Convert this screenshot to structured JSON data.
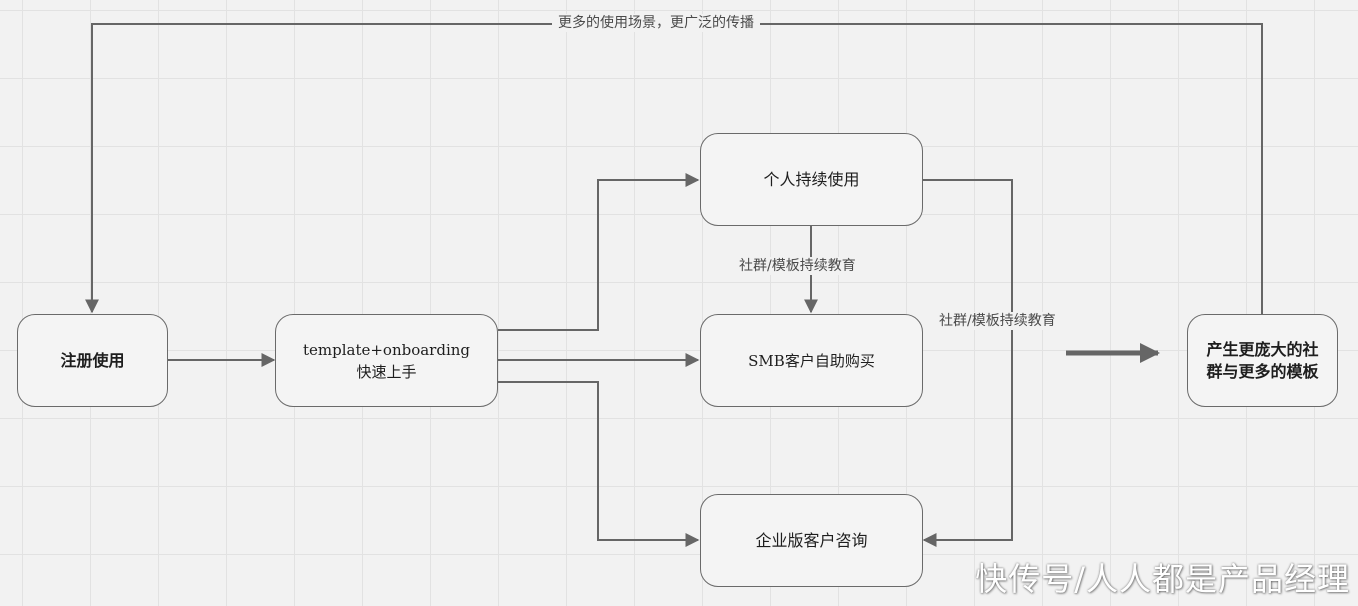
{
  "diagram": {
    "nodes": {
      "register": "注册使用",
      "template": "template+onboarding\n快速上手",
      "personal": "个人持续使用",
      "smb": "SMB客户自助购买",
      "enterprise": "企业版客户咨询",
      "community": "产生更庞大的社\n群与更多的模板"
    },
    "labels": {
      "top_loop": "更多的使用场景，更广泛的传播",
      "edu_middle": "社群/模板持续教育",
      "edu_right": "社群/模板持续教育"
    }
  },
  "watermark": "快传号/人人都是产品经理",
  "colors": {
    "line": "#666666",
    "node_border": "#6a6a6a",
    "node_fill": "#f4f4f4",
    "grid": "#e2e2e2",
    "background": "#f2f2f2"
  }
}
